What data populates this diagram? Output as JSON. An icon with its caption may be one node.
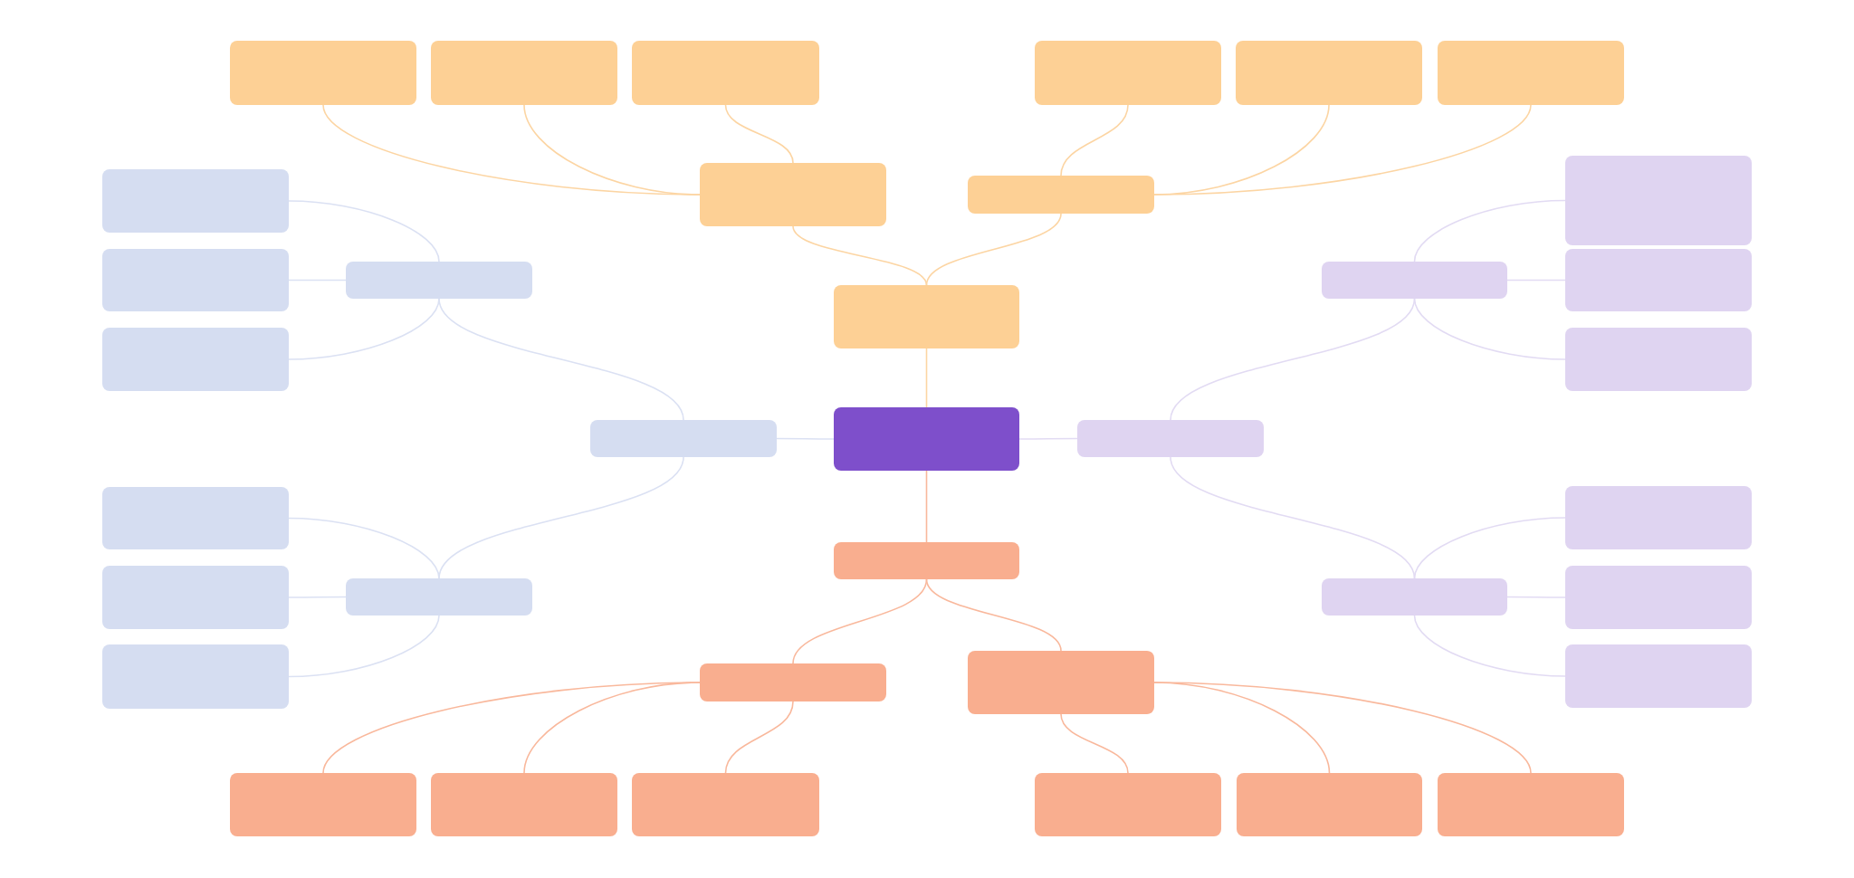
{
  "diagram": {
    "nodes": [
      {
        "text": [],
        "shape": "box"
      },
      {
        "text": [],
        "shape": "box"
      },
      {
        "text": [],
        "shape": "box"
      },
      {
        "text": [],
        "shape": "box"
      },
      {
        "text": [],
        "shape": "box"
      },
      {
        "text": [],
        "shape": "box"
      },
      {
        "text": [],
        "shape": "box"
      },
      {
        "text": [],
        "shape": "box"
      },
      {
        "text": [],
        "shape": "box"
      },
      {
        "text": [],
        "shape": "box"
      },
      {
        "text": [],
        "shape": "box"
      },
      {
        "text": [],
        "shape": "box"
      },
      {
        "text": [],
        "shape": "box"
      },
      {
        "text": [],
        "shape": "box"
      },
      {
        "text": [],
        "shape": "box"
      },
      {
        "text": [],
        "shape": "box"
      },
      {
        "text": [],
        "shape": "box"
      },
      {
        "text": [],
        "shape": "box"
      },
      {
        "text": [],
        "shape": "box"
      },
      {
        "text": [],
        "shape": "box"
      },
      {
        "text": [],
        "shape": "box"
      },
      {
        "text": [],
        "shape": "box"
      },
      {
        "text": [],
        "shape": "box"
      },
      {
        "text": [],
        "shape": "box"
      },
      {
        "text": [],
        "shape": "box"
      },
      {
        "text": [],
        "shape": "box"
      },
      {
        "text": [],
        "shape": "box"
      },
      {
        "text": [],
        "shape": "box"
      },
      {
        "text": [],
        "shape": "box"
      },
      {
        "text": [],
        "shape": "box"
      },
      {
        "text": [],
        "shape": "box"
      },
      {
        "text": [],
        "shape": "box"
      },
      {
        "text": [],
        "shape": "box"
      },
      {
        "text": [],
        "shape": "box"
      },
      {
        "text": [],
        "shape": "box"
      },
      {
        "text": [],
        "shape": "box"
      },
      {
        "text": [],
        "shape": "box"
      }
    ],
    "edges": [
      {
        "from": 0,
        "to": 1,
        "arrow": "none",
        "color": "#fcd5a3"
      },
      {
        "from": 1,
        "to": 2,
        "arrow": "none",
        "color": "#fcd5a3"
      },
      {
        "from": 2,
        "to": 3,
        "arrow": "none",
        "color": "#fcd5a3"
      },
      {
        "from": 2,
        "to": 4,
        "arrow": "none",
        "color": "#fcd5a3"
      },
      {
        "from": 2,
        "to": 5,
        "arrow": "none",
        "color": "#fcd5a3"
      },
      {
        "from": 1,
        "to": 6,
        "arrow": "none",
        "color": "#fcd5a3"
      },
      {
        "from": 6,
        "to": 7,
        "arrow": "none",
        "color": "#fcd5a3"
      },
      {
        "from": 6,
        "to": 8,
        "arrow": "none",
        "color": "#fcd5a3"
      },
      {
        "from": 6,
        "to": 9,
        "arrow": "none",
        "color": "#fcd5a3"
      },
      {
        "from": 0,
        "to": 10,
        "arrow": "none",
        "color": "#dbe1f3"
      },
      {
        "from": 10,
        "to": 11,
        "arrow": "none",
        "color": "#dbe1f3"
      },
      {
        "from": 11,
        "to": 12,
        "arrow": "none",
        "color": "#dbe1f3"
      },
      {
        "from": 11,
        "to": 13,
        "arrow": "none",
        "color": "#dbe1f3"
      },
      {
        "from": 11,
        "to": 14,
        "arrow": "none",
        "color": "#dbe1f3"
      },
      {
        "from": 10,
        "to": 15,
        "arrow": "none",
        "color": "#dbe1f3"
      },
      {
        "from": 15,
        "to": 16,
        "arrow": "none",
        "color": "#dbe1f3"
      },
      {
        "from": 15,
        "to": 17,
        "arrow": "none",
        "color": "#dbe1f3"
      },
      {
        "from": 15,
        "to": 18,
        "arrow": "none",
        "color": "#dbe1f3"
      },
      {
        "from": 0,
        "to": 19,
        "arrow": "none",
        "color": "#e2dbf3"
      },
      {
        "from": 19,
        "to": 20,
        "arrow": "none",
        "color": "#e2dbf3"
      },
      {
        "from": 20,
        "to": 21,
        "arrow": "none",
        "color": "#e2dbf3"
      },
      {
        "from": 20,
        "to": 22,
        "arrow": "none",
        "color": "#e2dbf3"
      },
      {
        "from": 20,
        "to": 23,
        "arrow": "none",
        "color": "#e2dbf3"
      },
      {
        "from": 19,
        "to": 24,
        "arrow": "none",
        "color": "#e2dbf3"
      },
      {
        "from": 24,
        "to": 25,
        "arrow": "none",
        "color": "#e2dbf3"
      },
      {
        "from": 24,
        "to": 26,
        "arrow": "none",
        "color": "#e2dbf3"
      },
      {
        "from": 24,
        "to": 27,
        "arrow": "none",
        "color": "#e2dbf3"
      },
      {
        "from": 0,
        "to": 28,
        "arrow": "none",
        "color": "#f9b89c"
      },
      {
        "from": 28,
        "to": 29,
        "arrow": "none",
        "color": "#f9b89c"
      },
      {
        "from": 29,
        "to": 30,
        "arrow": "none",
        "color": "#f9b89c"
      },
      {
        "from": 29,
        "to": 31,
        "arrow": "none",
        "color": "#f9b89c"
      },
      {
        "from": 29,
        "to": 32,
        "arrow": "none",
        "color": "#f9b89c"
      },
      {
        "from": 28,
        "to": 33,
        "arrow": "none",
        "color": "#f9b89c"
      },
      {
        "from": 33,
        "to": 34,
        "arrow": "none",
        "color": "#f9b89c"
      },
      {
        "from": 33,
        "to": 35,
        "arrow": "none",
        "color": "#f9b89c"
      },
      {
        "from": 33,
        "to": 36,
        "arrow": "none",
        "color": "#f9b89c"
      }
    ]
  }
}
